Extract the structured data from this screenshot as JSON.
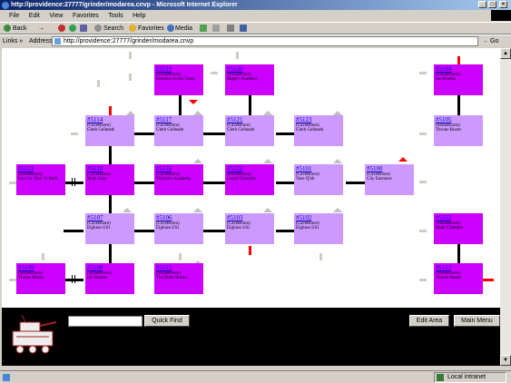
{
  "window": {
    "title": "http://providence:27777/grinder/modarea.cnvp - Microsoft Internet Explorer",
    "min": "_",
    "max": "□",
    "close": "×"
  },
  "menu": [
    "File",
    "Edit",
    "View",
    "Favorites",
    "Tools",
    "Help"
  ],
  "toolbar": {
    "back": "Back",
    "forward": "→",
    "search": "Search",
    "favorites": "Favorites",
    "media": "Media"
  },
  "address": {
    "links": "Links »",
    "label": "Address",
    "url": "http://providence:27777/grinder/modarea.cnvp",
    "go": "Go"
  },
  "rooms": {
    "r5119": {
      "id": "#5119",
      "type": "(StoneRoom)",
      "name": "Entrance to the Temp"
    },
    "r5120": {
      "id": "#5120",
      "type": "(StoneRoom)",
      "name": "Mage's Academy"
    },
    "r5104": {
      "id": "#5104",
      "type": "(StoneRoom)",
      "name": "Inn Rooms"
    },
    "r5114": {
      "id": "#5114",
      "type": "(CaveRoom)",
      "name": "Gleth Gelbeath"
    },
    "r5117": {
      "id": "#5117",
      "type": "(CaveRoom)",
      "name": "Gleth Gelbeath"
    },
    "r5121": {
      "id": "#5121",
      "type": "(CaveRoom)",
      "name": "Gleth Gelbeath"
    },
    "r5123": {
      "id": "#5123",
      "type": "(CaveRoom)",
      "name": "Gleth Gelbeath"
    },
    "r5105": {
      "id": "#5105",
      "type": "(StoneRoom)",
      "name": "Throne Room"
    },
    "r5111": {
      "id": "#5111",
      "type": "(StoneRoom)",
      "name": "Inn: Go 'Ahe' Tr Beth"
    },
    "r5110": {
      "id": "#5110",
      "type": "(CaveRoom)",
      "name": "Main Gate"
    },
    "r5116": {
      "id": "#5116",
      "type": "(CaveRoom)",
      "name": "Warrior's Academy"
    },
    "r5122": {
      "id": "#5122",
      "type": "(StoneRoom)",
      "name": "Guard Chamber"
    },
    "r5101": {
      "id": "#5101",
      "type": "(CaveRoom)",
      "name": "Vaes Q'ith"
    },
    "r5100": {
      "id": "#5100",
      "type": "(CaveRoom)",
      "name": "City Entrance"
    },
    "r5107": {
      "id": "#5107",
      "type": "(CaveRoom)",
      "name": "Elghion S'iil"
    },
    "r5106": {
      "id": "#5106",
      "type": "(CaveRoom)",
      "name": "Elghion S'iil"
    },
    "r5103": {
      "id": "#5103",
      "type": "(CaveRoom)",
      "name": "Elghion S'iil"
    },
    "r5102": {
      "id": "#5102",
      "type": "(CaveRoom)",
      "name": "Elghion S'iil"
    },
    "r5112": {
      "id": "#5112",
      "type": "(StoneRoom)",
      "name": "Main Chamber"
    },
    "r5109": {
      "id": "#5109",
      "type": "(StoneRoom)",
      "name": "Throne Room"
    },
    "r5108": {
      "id": "#5108",
      "type": "(StoneRoom)",
      "name": "Inn Rooms"
    },
    "r5115": {
      "id": "#5115",
      "type": "(StoneRoom)",
      "name": "The Elder Books"
    },
    "r5113": {
      "id": "#5113",
      "type": "(StoneRoom)",
      "name": "Throne Room"
    }
  },
  "footer": {
    "quick_find": "Quick Find",
    "edit_area": "Edit Area",
    "main_menu": "Main Menu",
    "quick_value": ""
  },
  "status": {
    "zone": "Local intranet"
  }
}
